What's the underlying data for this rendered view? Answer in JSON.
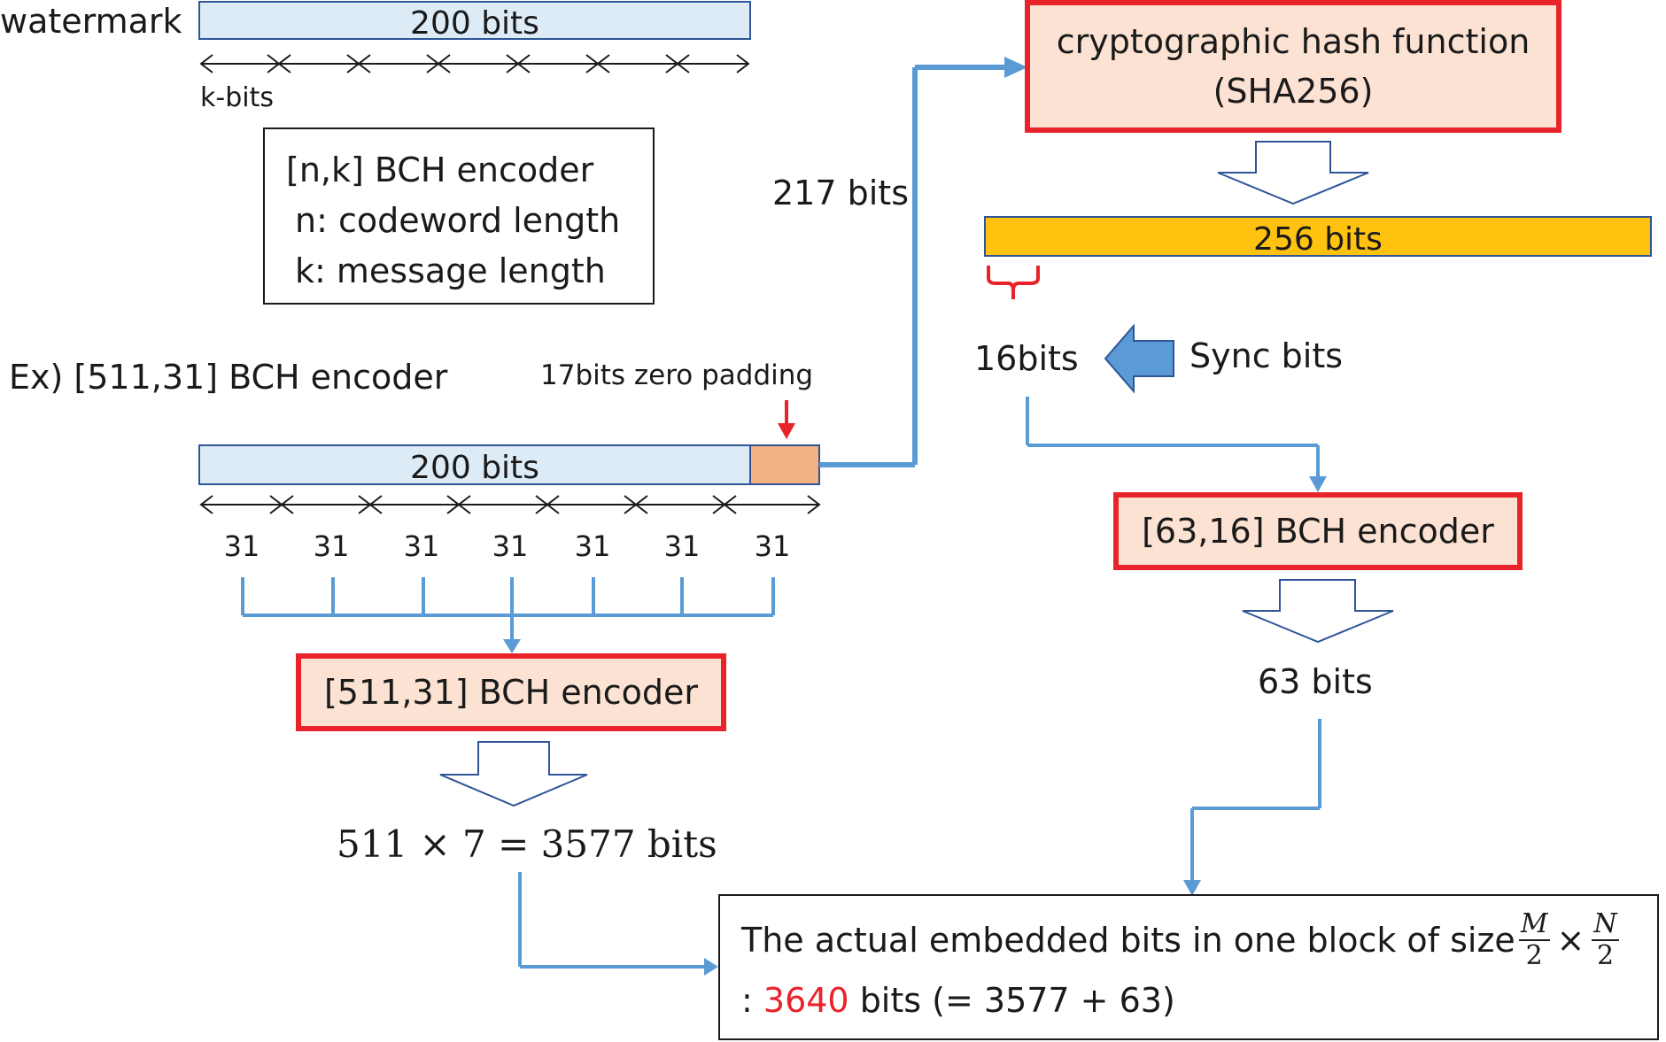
{
  "watermark": {
    "label": "watermark",
    "bar_label": "200 bits",
    "segment_label": "k-bits"
  },
  "bch_legend": {
    "line1": "[n,k] BCH encoder",
    "line2": "n: codeword length",
    "line3": "k: message length"
  },
  "example": {
    "title": "Ex) [511,31] BCH encoder",
    "padding_label": "17bits zero padding",
    "bar_label": "200 bits",
    "segments": [
      "31",
      "31",
      "31",
      "31",
      "31",
      "31",
      "31"
    ],
    "encoder_label": "[511,31] BCH encoder",
    "result": "511 × 7 = 3577 bits"
  },
  "hash": {
    "input_label": "217 bits",
    "line1": "cryptographic hash function",
    "line2": "(SHA256)",
    "output_label": "256 bits"
  },
  "sync": {
    "selected_label": "16bits",
    "sync_label": "Sync bits",
    "encoder_label": "[63,16] BCH encoder",
    "result": "63 bits"
  },
  "summary": {
    "line1_prefix": "The actual embedded bits in one block of size",
    "frac1_num": "M",
    "frac1_den": "2",
    "times": "×",
    "frac2_num": "N",
    "frac2_den": "2",
    "line2_prefix": ": ",
    "total": "3640",
    "line2_suffix": " bits (= 3577 + 63)"
  },
  "colors": {
    "bar_fill": "#ddebf7",
    "bar_border": "#2f5597",
    "padding_fill": "#f4b183",
    "hash_bar": "#ffc20e",
    "connector": "#5b9bd5",
    "red_border": "#e8232a",
    "red_box_fill": "#fbe2d3",
    "highlight": "#e8232a"
  }
}
